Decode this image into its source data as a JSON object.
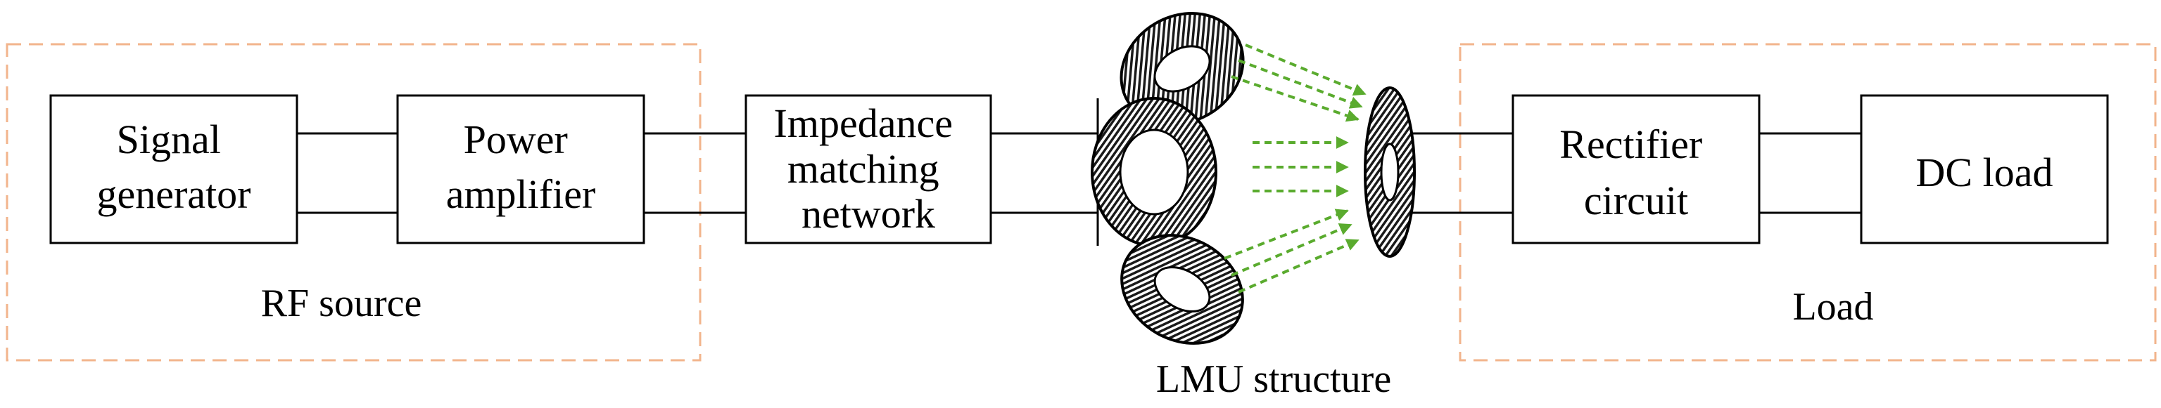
{
  "blocks": {
    "signal_generator": [
      "Signal",
      "generator"
    ],
    "power_amplifier": [
      "Power",
      "amplifier"
    ],
    "impedance_matching": [
      "Impedance",
      "matching",
      "network"
    ],
    "rectifier_circuit": [
      "Rectifier",
      "circuit"
    ],
    "dc_load": [
      "DC load"
    ]
  },
  "groups": {
    "rf_source": "RF source",
    "load": "Load",
    "lmu": "LMU structure"
  },
  "colors": {
    "group_border": "#f2b48c",
    "arrow": "#5aab2e",
    "line": "#000000"
  }
}
